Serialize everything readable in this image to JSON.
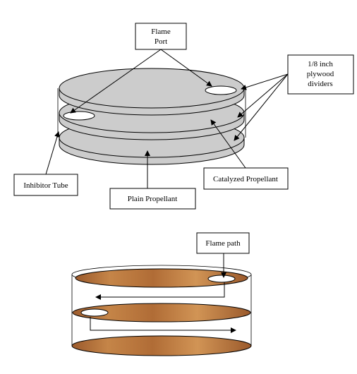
{
  "diagram_top": {
    "labels": {
      "flame_port": [
        "Flame",
        "Port"
      ],
      "plywood_dividers": [
        "1/8 inch",
        "plywood",
        "dividers"
      ],
      "inhibitor_tube": "Inhibitor Tube",
      "catalyzed_propellant": "Catalyzed Propellant",
      "plain_propellant": "Plain Propellant"
    }
  },
  "diagram_bottom": {
    "labels": {
      "flame_path": "Flame path"
    }
  },
  "colors": {
    "propellant_gray": "#cccccc",
    "wood_light": "#d9a06b",
    "wood_dark": "#9b5a2c"
  }
}
